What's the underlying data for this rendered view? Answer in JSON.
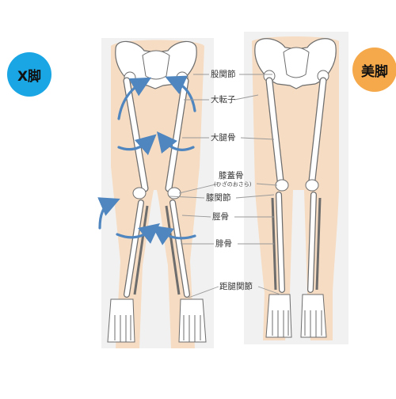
{
  "badges": {
    "left": {
      "text": "X脚",
      "color": "#1aa6e4"
    },
    "right": {
      "text": "美脚",
      "color": "#f5a94a"
    }
  },
  "labels": {
    "hip_joint": "股関節",
    "greater_trochanter": "大転子",
    "femur": "大腿骨",
    "patella": "膝蓋骨",
    "patella_reading": "(ひざのおさら)",
    "knee_joint": "膝関節",
    "tibia": "脛骨",
    "fibula": "腓骨",
    "talocrural_joint": "距腿関節"
  },
  "colors": {
    "skin": "#f6dcc2",
    "panel": "#f0f0f0",
    "bone_stroke": "#6d6d6d",
    "arrow": "#4f86bf",
    "leader": "#9a9a9a"
  }
}
